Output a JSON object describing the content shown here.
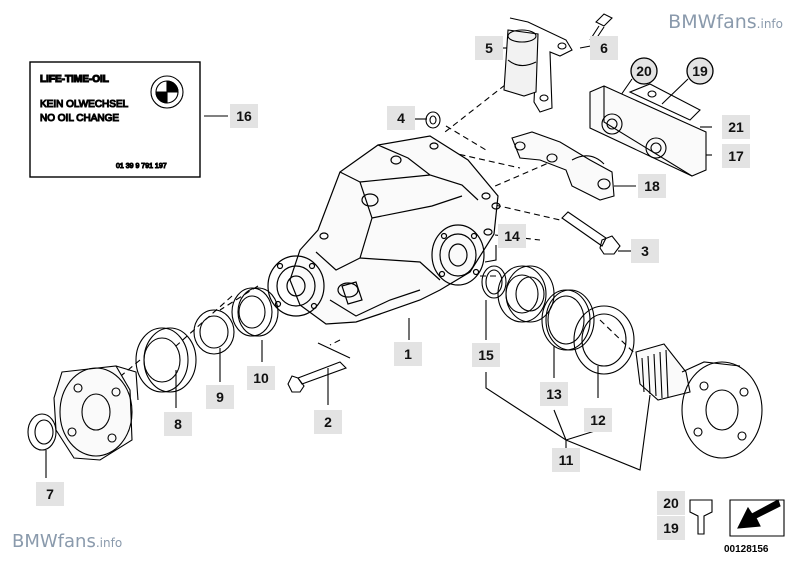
{
  "watermark": {
    "brand": "BMWfans",
    "suffix": ".info"
  },
  "sticker": {
    "heading": "LIFE-TIME-OIL",
    "line1": "KEIN OLWECHSEL",
    "line2": "NO OIL CHANGE",
    "part_number": "01 39 9 791 197"
  },
  "callouts": [
    "1",
    "2",
    "3",
    "4",
    "5",
    "6",
    "7",
    "8",
    "9",
    "10",
    "11",
    "12",
    "13",
    "14",
    "15",
    "16",
    "17",
    "18",
    "19",
    "20",
    "21"
  ],
  "diagram_number": "00128156"
}
